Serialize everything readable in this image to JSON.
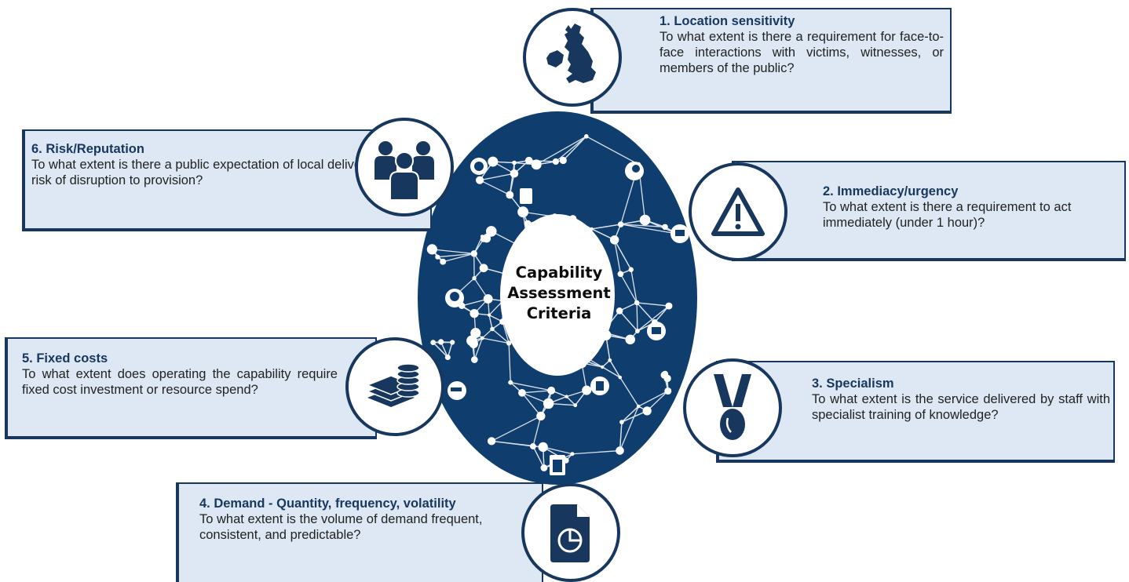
{
  "center": {
    "line1": "Capability",
    "line2": "Assessment",
    "line3": "Criteria"
  },
  "criteria": [
    {
      "title": "1. Location sensitivity",
      "description": "To what extent is there a requirement for face-to-face interactions with victims, witnesses, or members of the public?",
      "icon": "uk-map-icon"
    },
    {
      "title": "2. Immediacy/urgency",
      "description": "To what extent is there a requirement to act immediately (under 1 hour)?",
      "icon": "warning-triangle-icon"
    },
    {
      "title": "3. Specialism",
      "description": "To what extent is the service delivered by staff with specialist training of knowledge?",
      "icon": "medal-icon"
    },
    {
      "title": "4. Demand - Quantity, frequency, volatility",
      "description": "To what extent is the volume of demand frequent, consistent, and predictable?",
      "icon": "pie-chart-document-icon"
    },
    {
      "title": "5. Fixed costs",
      "description": "To what extent does operating the capability require fixed cost investment or resource spend?",
      "icon": "money-stack-icon"
    },
    {
      "title": "6. Risk/Reputation",
      "description": "To what extent is there a public expectation of local delivery or risk of disruption to provision?",
      "icon": "people-group-icon"
    }
  ],
  "colors": {
    "navy": "#17375e",
    "box_fill": "#dde8f4",
    "hub_fill": "#0f3d6e"
  }
}
